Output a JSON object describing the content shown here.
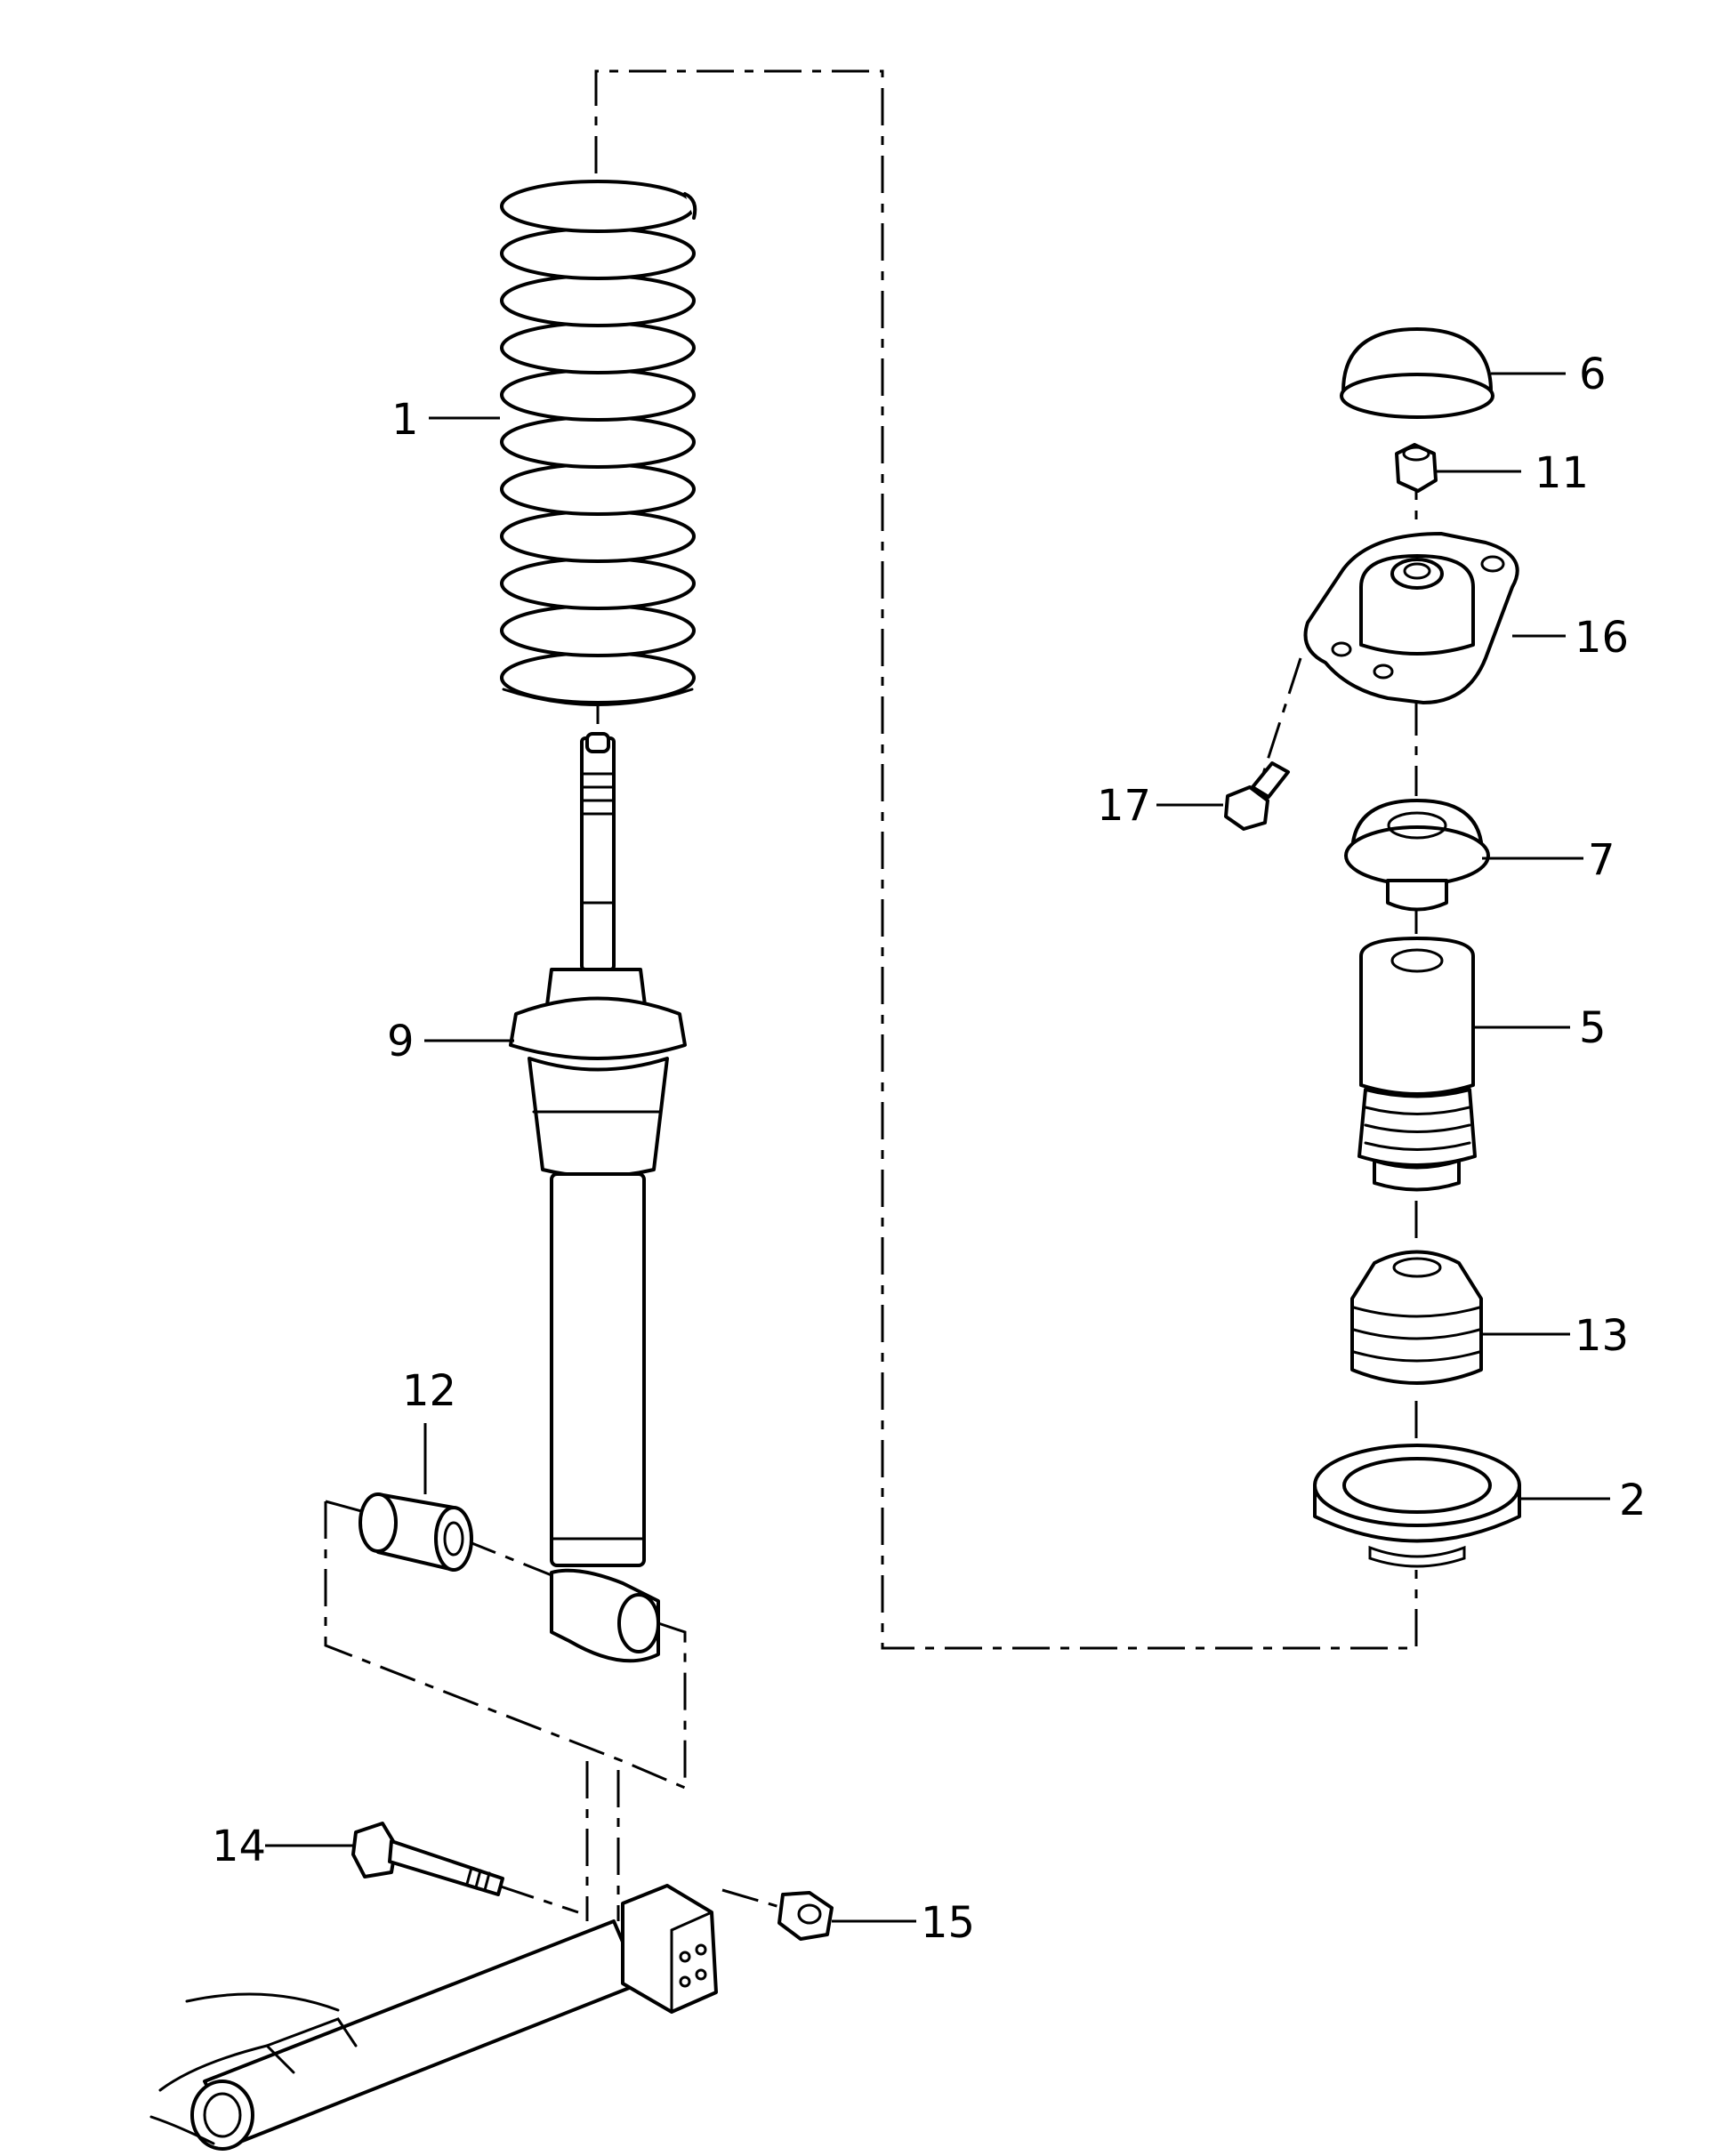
{
  "callouts": {
    "c1": "1",
    "c2": "2",
    "c5": "5",
    "c6": "6",
    "c7": "7",
    "c9": "9",
    "c11": "11",
    "c12": "12",
    "c13": "13",
    "c14": "14",
    "c15": "15",
    "c16": "16",
    "c17": "17"
  }
}
